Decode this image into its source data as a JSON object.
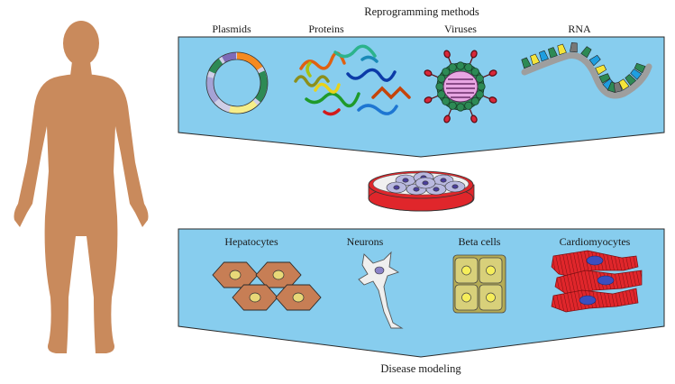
{
  "top_section": {
    "title": "Reprogramming methods",
    "items": [
      {
        "label": "Plasmids",
        "icon": "plasmid-icon"
      },
      {
        "label": "Proteins",
        "icon": "protein-icon"
      },
      {
        "label": "Viruses",
        "icon": "virus-icon"
      },
      {
        "label": "RNA",
        "icon": "rna-icon"
      }
    ]
  },
  "bottom_section": {
    "title": "Disease modeling",
    "items": [
      {
        "label": "Hepatocytes",
        "icon": "hepatocyte-icon"
      },
      {
        "label": "Neurons",
        "icon": "neuron-icon"
      },
      {
        "label": "Beta cells",
        "icon": "beta-cell-icon"
      },
      {
        "label": "Cardiomyocytes",
        "icon": "cardiomyocyte-icon"
      }
    ]
  },
  "colors": {
    "panel_fill": "#87cdee",
    "panel_stroke": "#2a2a2a",
    "human_silhouette": "#c98a5c",
    "dish": "#e0262b",
    "hepatocyte": "#c77e55",
    "beta_cell": "#d8d07a",
    "cardiomyocyte": "#e0262b",
    "nucleus_dark": "#4b3f9c",
    "nucleus_light": "#e8d878"
  }
}
